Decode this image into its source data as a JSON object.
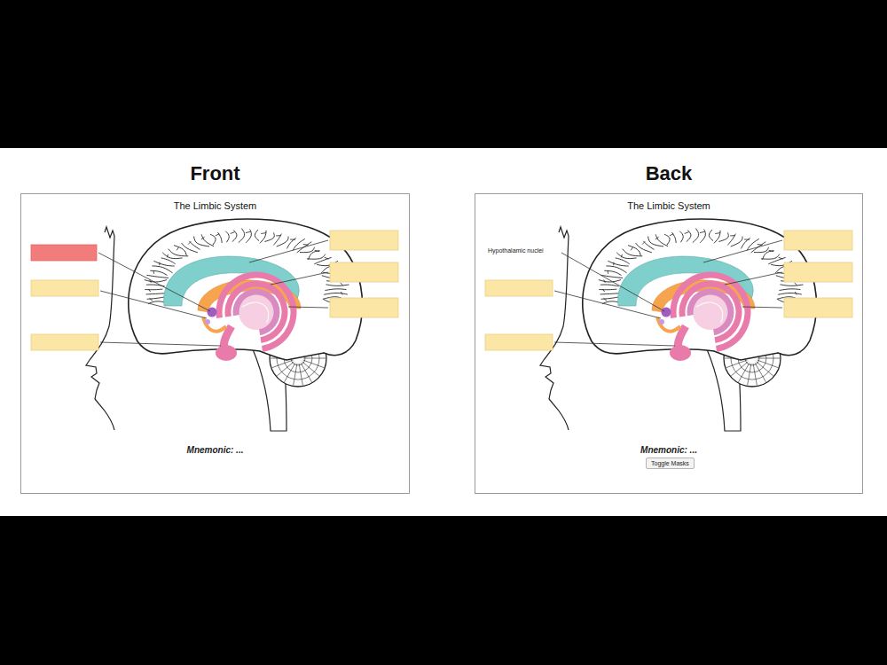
{
  "diagram": {
    "nodes": [
      {
        "text": [
          "Front",
          "The Limbic System",
          "Mnemonic: ..."
        ]
      },
      {
        "text": [
          "Back",
          "The Limbic System",
          "Mnemonic: ..."
        ]
      },
      {
        "text": [
          "Toggle Masks"
        ],
        "in": 1
      }
    ],
    "labels": [
      "Hypothalamic nuclei"
    ]
  }
}
